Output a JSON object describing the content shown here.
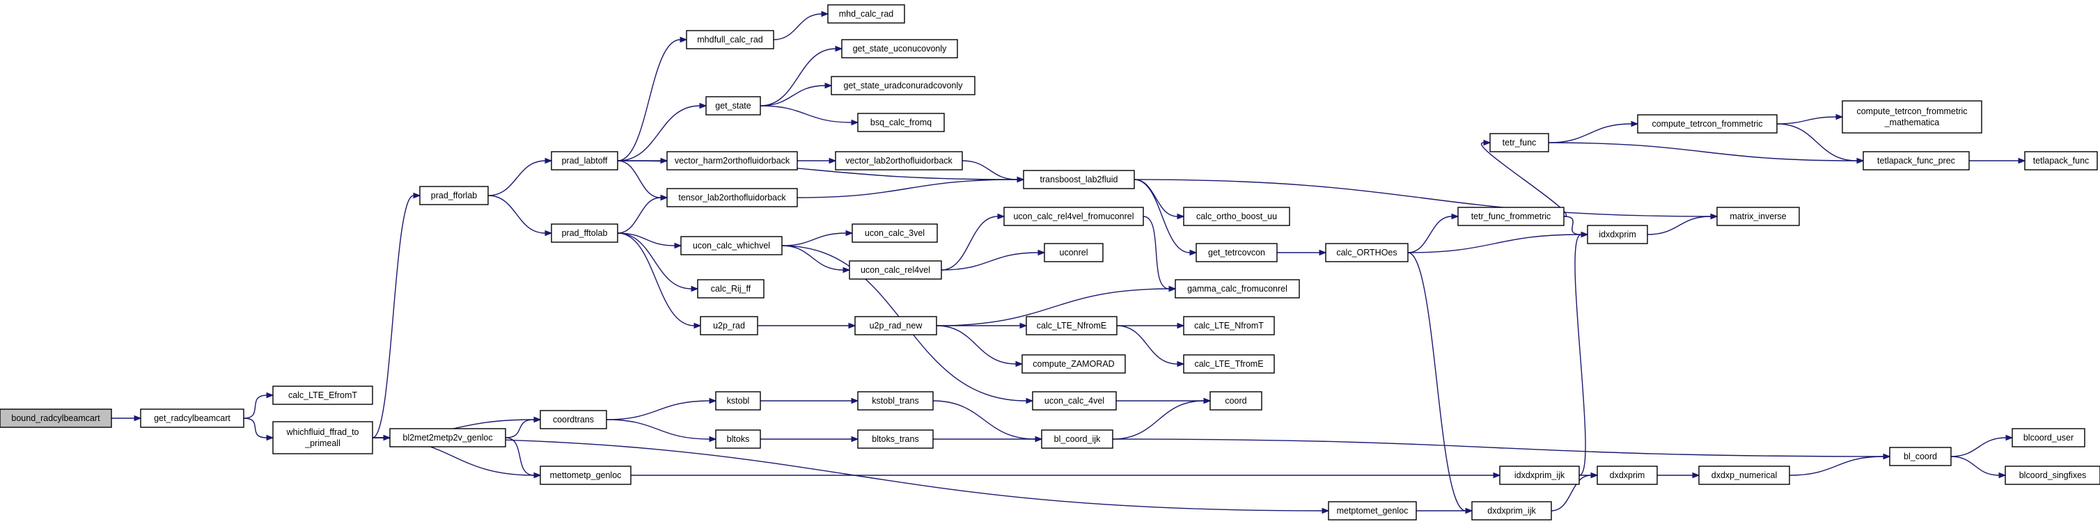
{
  "diagram": {
    "type": "call-graph",
    "colors": {
      "edge": "#191970",
      "root_fill": "#bfbfbf",
      "node_fill": "#ffffff",
      "node_border": "#000000"
    },
    "nodes": [
      {
        "id": "bound_radcylbeamcart",
        "lines": [
          "bound_radcylbeamcart"
        ],
        "root": true
      },
      {
        "id": "get_radcylbeamcart",
        "lines": [
          "get_radcylbeamcart"
        ]
      },
      {
        "id": "calc_LTE_EfromT",
        "lines": [
          "calc_LTE_EfromT"
        ]
      },
      {
        "id": "whichfluid_ffrad_to_primeall",
        "lines": [
          "whichfluid_ffrad_to",
          "_primeall"
        ]
      },
      {
        "id": "prad_fforlab",
        "lines": [
          "prad_fforlab"
        ]
      },
      {
        "id": "coordtrans",
        "lines": [
          "coordtrans"
        ]
      },
      {
        "id": "bl2met2metp2v_genloc",
        "lines": [
          "bl2met2metp2v_genloc"
        ]
      },
      {
        "id": "mettometp_genloc",
        "lines": [
          "mettometp_genloc"
        ]
      },
      {
        "id": "metptomet_genloc",
        "lines": [
          "metptomet_genloc"
        ]
      },
      {
        "id": "prad_labtoff",
        "lines": [
          "prad_labtoff"
        ]
      },
      {
        "id": "prad_fftolab",
        "lines": [
          "prad_fftolab"
        ]
      },
      {
        "id": "mhdfull_calc_rad",
        "lines": [
          "mhdfull_calc_rad"
        ]
      },
      {
        "id": "mhd_calc_rad",
        "lines": [
          "mhd_calc_rad"
        ]
      },
      {
        "id": "get_state",
        "lines": [
          "get_state"
        ]
      },
      {
        "id": "get_state_uconucovonly",
        "lines": [
          "get_state_uconucovonly"
        ]
      },
      {
        "id": "get_state_uradconuradcovonly",
        "lines": [
          "get_state_uradconuradcovonly"
        ]
      },
      {
        "id": "bsq_calc_fromq",
        "lines": [
          "bsq_calc_fromq"
        ]
      },
      {
        "id": "vector_harm2orthofluidorback",
        "lines": [
          "vector_harm2orthofluidorback"
        ]
      },
      {
        "id": "vector_lab2orthofluidorback",
        "lines": [
          "vector_lab2orthofluidorback"
        ]
      },
      {
        "id": "tensor_lab2orthofluidorback",
        "lines": [
          "tensor_lab2orthofluidorback"
        ]
      },
      {
        "id": "transboost_lab2fluid",
        "lines": [
          "transboost_lab2fluid"
        ]
      },
      {
        "id": "ucon_calc_whichvel",
        "lines": [
          "ucon_calc_whichvel"
        ]
      },
      {
        "id": "ucon_calc_3vel",
        "lines": [
          "ucon_calc_3vel"
        ]
      },
      {
        "id": "ucon_calc_rel4vel",
        "lines": [
          "ucon_calc_rel4vel"
        ]
      },
      {
        "id": "ucon_calc_rel4vel_fromuconrel",
        "lines": [
          "ucon_calc_rel4vel_fromuconrel"
        ]
      },
      {
        "id": "uconrel",
        "lines": [
          "uconrel"
        ]
      },
      {
        "id": "calc_Rij_ff",
        "lines": [
          "calc_Rij_ff"
        ]
      },
      {
        "id": "u2p_rad",
        "lines": [
          "u2p_rad"
        ]
      },
      {
        "id": "u2p_rad_new",
        "lines": [
          "u2p_rad_new"
        ]
      },
      {
        "id": "calc_LTE_NfromE",
        "lines": [
          "calc_LTE_NfromE"
        ]
      },
      {
        "id": "calc_LTE_NfromT",
        "lines": [
          "calc_LTE_NfromT"
        ]
      },
      {
        "id": "calc_LTE_TfromE",
        "lines": [
          "calc_LTE_TfromE"
        ]
      },
      {
        "id": "compute_ZAMORAD",
        "lines": [
          "compute_ZAMORAD"
        ]
      },
      {
        "id": "gamma_calc_fromuconrel",
        "lines": [
          "gamma_calc_fromuconrel"
        ]
      },
      {
        "id": "ucon_calc_4vel",
        "lines": [
          "ucon_calc_4vel"
        ]
      },
      {
        "id": "coord",
        "lines": [
          "coord"
        ]
      },
      {
        "id": "calc_ortho_boost_uu",
        "lines": [
          "calc_ortho_boost_uu"
        ]
      },
      {
        "id": "get_tetrcovcon",
        "lines": [
          "get_tetrcovcon"
        ]
      },
      {
        "id": "calc_ORTHOes",
        "lines": [
          "calc_ORTHOes"
        ]
      },
      {
        "id": "tetr_func_frommetric",
        "lines": [
          "tetr_func_frommetric"
        ]
      },
      {
        "id": "tetr_func",
        "lines": [
          "tetr_func"
        ]
      },
      {
        "id": "compute_tetrcon_frommetric",
        "lines": [
          "compute_tetrcon_frommetric"
        ]
      },
      {
        "id": "compute_tetrcon_frommetric_mathematica",
        "lines": [
          "compute_tetrcon_frommetric",
          "_mathematica"
        ]
      },
      {
        "id": "tetlapack_func_prec",
        "lines": [
          "tetlapack_func_prec"
        ]
      },
      {
        "id": "tetlapack_func",
        "lines": [
          "tetlapack_func"
        ]
      },
      {
        "id": "idxdxprim",
        "lines": [
          "idxdxprim"
        ]
      },
      {
        "id": "matrix_inverse",
        "lines": [
          "matrix_inverse"
        ]
      },
      {
        "id": "kstobl",
        "lines": [
          "kstobl"
        ]
      },
      {
        "id": "kstobl_trans",
        "lines": [
          "kstobl_trans"
        ]
      },
      {
        "id": "bltoks",
        "lines": [
          "bltoks"
        ]
      },
      {
        "id": "bltoks_trans",
        "lines": [
          "bltoks_trans"
        ]
      },
      {
        "id": "bl_coord_ijk",
        "lines": [
          "bl_coord_ijk"
        ]
      },
      {
        "id": "idxdxprim_ijk",
        "lines": [
          "idxdxprim_ijk"
        ]
      },
      {
        "id": "dxdxprim",
        "lines": [
          "dxdxprim"
        ]
      },
      {
        "id": "dxdxprim_ijk",
        "lines": [
          "dxdxprim_ijk"
        ]
      },
      {
        "id": "dxdxp_numerical",
        "lines": [
          "dxdxp_numerical"
        ]
      },
      {
        "id": "bl_coord",
        "lines": [
          "bl_coord"
        ]
      },
      {
        "id": "blcoord_user",
        "lines": [
          "blcoord_user"
        ]
      },
      {
        "id": "blcoord_singfixes",
        "lines": [
          "blcoord_singfixes"
        ]
      }
    ],
    "edges": [
      [
        "bound_radcylbeamcart",
        "get_radcylbeamcart"
      ],
      [
        "get_radcylbeamcart",
        "calc_LTE_EfromT"
      ],
      [
        "get_radcylbeamcart",
        "whichfluid_ffrad_to_primeall"
      ],
      [
        "whichfluid_ffrad_to_primeall",
        "prad_fforlab"
      ],
      [
        "whichfluid_ffrad_to_primeall",
        "coordtrans"
      ],
      [
        "whichfluid_ffrad_to_primeall",
        "bl2met2metp2v_genloc"
      ],
      [
        "whichfluid_ffrad_to_primeall",
        "mettometp_genloc"
      ],
      [
        "whichfluid_ffrad_to_primeall",
        "metptomet_genloc"
      ],
      [
        "prad_fforlab",
        "prad_labtoff"
      ],
      [
        "prad_fforlab",
        "prad_fftolab"
      ],
      [
        "prad_labtoff",
        "mhdfull_calc_rad"
      ],
      [
        "prad_labtoff",
        "get_state"
      ],
      [
        "prad_labtoff",
        "vector_harm2orthofluidorback"
      ],
      [
        "prad_labtoff",
        "tensor_lab2orthofluidorback"
      ],
      [
        "prad_labtoff",
        "transboost_lab2fluid"
      ],
      [
        "mhdfull_calc_rad",
        "mhd_calc_rad"
      ],
      [
        "get_state",
        "get_state_uconucovonly"
      ],
      [
        "get_state",
        "get_state_uradconuradcovonly"
      ],
      [
        "get_state",
        "bsq_calc_fromq"
      ],
      [
        "vector_harm2orthofluidorback",
        "vector_lab2orthofluidorback"
      ],
      [
        "vector_lab2orthofluidorback",
        "transboost_lab2fluid"
      ],
      [
        "tensor_lab2orthofluidorback",
        "transboost_lab2fluid"
      ],
      [
        "prad_fftolab",
        "tensor_lab2orthofluidorback"
      ],
      [
        "prad_fftolab",
        "ucon_calc_whichvel"
      ],
      [
        "prad_fftolab",
        "calc_Rij_ff"
      ],
      [
        "prad_fftolab",
        "u2p_rad"
      ],
      [
        "ucon_calc_whichvel",
        "ucon_calc_3vel"
      ],
      [
        "ucon_calc_whichvel",
        "ucon_calc_rel4vel"
      ],
      [
        "ucon_calc_whichvel",
        "ucon_calc_4vel"
      ],
      [
        "ucon_calc_rel4vel",
        "ucon_calc_rel4vel_fromuconrel"
      ],
      [
        "ucon_calc_rel4vel",
        "uconrel"
      ],
      [
        "ucon_calc_rel4vel_fromuconrel",
        "gamma_calc_fromuconrel"
      ],
      [
        "u2p_rad",
        "u2p_rad_new"
      ],
      [
        "u2p_rad_new",
        "gamma_calc_fromuconrel"
      ],
      [
        "u2p_rad_new",
        "calc_LTE_NfromE"
      ],
      [
        "u2p_rad_new",
        "compute_ZAMORAD"
      ],
      [
        "calc_LTE_NfromE",
        "calc_LTE_NfromT"
      ],
      [
        "calc_LTE_NfromE",
        "calc_LTE_TfromE"
      ],
      [
        "ucon_calc_4vel",
        "coord"
      ],
      [
        "transboost_lab2fluid",
        "calc_ortho_boost_uu"
      ],
      [
        "transboost_lab2fluid",
        "get_tetrcovcon"
      ],
      [
        "transboost_lab2fluid",
        "matrix_inverse"
      ],
      [
        "get_tetrcovcon",
        "calc_ORTHOes"
      ],
      [
        "calc_ORTHOes",
        "tetr_func_frommetric"
      ],
      [
        "calc_ORTHOes",
        "idxdxprim"
      ],
      [
        "calc_ORTHOes",
        "dxdxprim_ijk"
      ],
      [
        "tetr_func_frommetric",
        "tetr_func"
      ],
      [
        "tetr_func_frommetric",
        "idxdxprim"
      ],
      [
        "tetr_func",
        "compute_tetrcon_frommetric"
      ],
      [
        "tetr_func",
        "tetlapack_func_prec"
      ],
      [
        "compute_tetrcon_frommetric",
        "compute_tetrcon_frommetric_mathematica"
      ],
      [
        "compute_tetrcon_frommetric",
        "tetlapack_func_prec"
      ],
      [
        "tetlapack_func_prec",
        "tetlapack_func"
      ],
      [
        "idxdxprim",
        "matrix_inverse"
      ],
      [
        "coordtrans",
        "kstobl"
      ],
      [
        "coordtrans",
        "bltoks"
      ],
      [
        "kstobl",
        "kstobl_trans"
      ],
      [
        "kstobl_trans",
        "bl_coord_ijk"
      ],
      [
        "bltoks",
        "bltoks_trans"
      ],
      [
        "bltoks_trans",
        "bl_coord_ijk"
      ],
      [
        "bl2met2metp2v_genloc",
        "coordtrans"
      ],
      [
        "bl2met2metp2v_genloc",
        "mettometp_genloc"
      ],
      [
        "bl_coord_ijk",
        "coord"
      ],
      [
        "bl_coord_ijk",
        "bl_coord"
      ],
      [
        "mettometp_genloc",
        "idxdxprim_ijk"
      ],
      [
        "metptomet_genloc",
        "dxdxprim_ijk"
      ],
      [
        "idxdxprim_ijk",
        "idxdxprim"
      ],
      [
        "idxdxprim_ijk",
        "dxdxprim"
      ],
      [
        "dxdxprim_ijk",
        "dxdxprim"
      ],
      [
        "dxdxprim",
        "dxdxp_numerical"
      ],
      [
        "dxdxp_numerical",
        "bl_coord"
      ],
      [
        "bl_coord",
        "blcoord_user"
      ],
      [
        "bl_coord",
        "blcoord_singfixes"
      ]
    ]
  }
}
